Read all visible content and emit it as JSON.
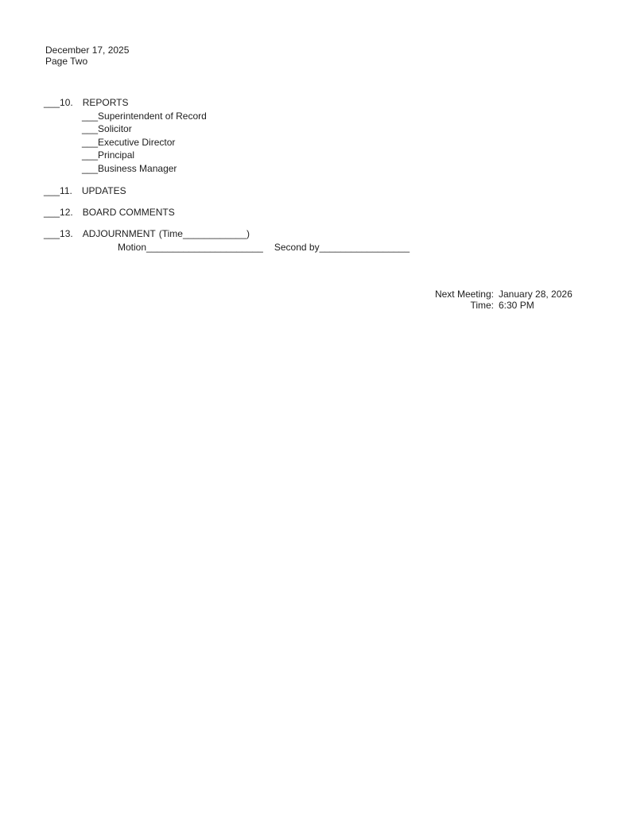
{
  "header": {
    "date": "December 17, 2025",
    "page_label": "Page Two"
  },
  "agenda": {
    "item10": {
      "blank": "___",
      "number": "10.",
      "title": "REPORTS",
      "sub_items": [
        {
          "blank": "___",
          "label": "Superintendent of Record"
        },
        {
          "blank": "___",
          "label": "Solicitor"
        },
        {
          "blank": "___",
          "label": "Executive Director"
        },
        {
          "blank": "___",
          "label": "Principal"
        },
        {
          "blank": "___",
          "label": "Business Manager"
        }
      ]
    },
    "item11": {
      "blank": "___",
      "number": "11.",
      "title": "UPDATES"
    },
    "item12": {
      "blank": "___",
      "number": "12.",
      "title": "BOARD COMMENTS"
    },
    "item13": {
      "blank": "___",
      "number": "13.",
      "title": "ADJOURNMENT",
      "time_open": "(Time",
      "time_blank": "____________",
      "time_close": ")"
    },
    "motion": {
      "motion_label": "Motion",
      "motion_blank": "______________________",
      "second_label": "Second by",
      "second_blank": "_________________"
    }
  },
  "footer": {
    "next_meeting_label": "Next Meeting:",
    "next_meeting_value": "January 28, 2026",
    "time_label": "Time:",
    "time_value": "6:30 PM"
  }
}
